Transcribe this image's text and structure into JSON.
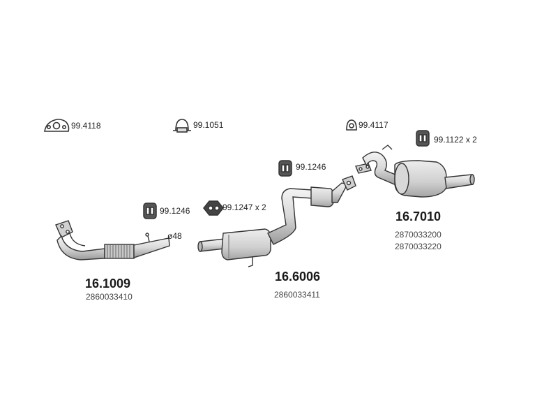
{
  "hardware": [
    {
      "id": "gasket_front",
      "code": "99.4118",
      "icon": "three-hole-flange-gasket-icon"
    },
    {
      "id": "clamp_front",
      "code": "99.1051",
      "icon": "pipe-clamp-icon"
    },
    {
      "id": "gasket_rear",
      "code": "99.4117",
      "icon": "two-hole-flange-gasket-icon"
    },
    {
      "id": "hanger_rear",
      "code": "99.1122 x 2",
      "icon": "rubber-hanger-icon"
    },
    {
      "id": "hanger_mid_upper",
      "code": "99.1246",
      "icon": "rubber-hanger-icon"
    },
    {
      "id": "hanger_front",
      "code": "99.1246",
      "icon": "rubber-hanger-icon"
    },
    {
      "id": "hanger_mid",
      "code": "99.1247 x 2",
      "icon": "rubber-ring-hanger-icon"
    }
  ],
  "diameter_label": "ø48",
  "parts": [
    {
      "id": "front_pipe",
      "number": "16.1009",
      "oem": [
        "2860033410"
      ]
    },
    {
      "id": "middle_silencer",
      "number": "16.6006",
      "oem": [
        "2860033411"
      ]
    },
    {
      "id": "rear_silencer",
      "number": "16.7010",
      "oem": [
        "2870033200",
        "2870033220"
      ]
    }
  ],
  "colors": {
    "line": "#333333",
    "fill": "#e6e6e6",
    "shade": "#bdbdbd"
  }
}
